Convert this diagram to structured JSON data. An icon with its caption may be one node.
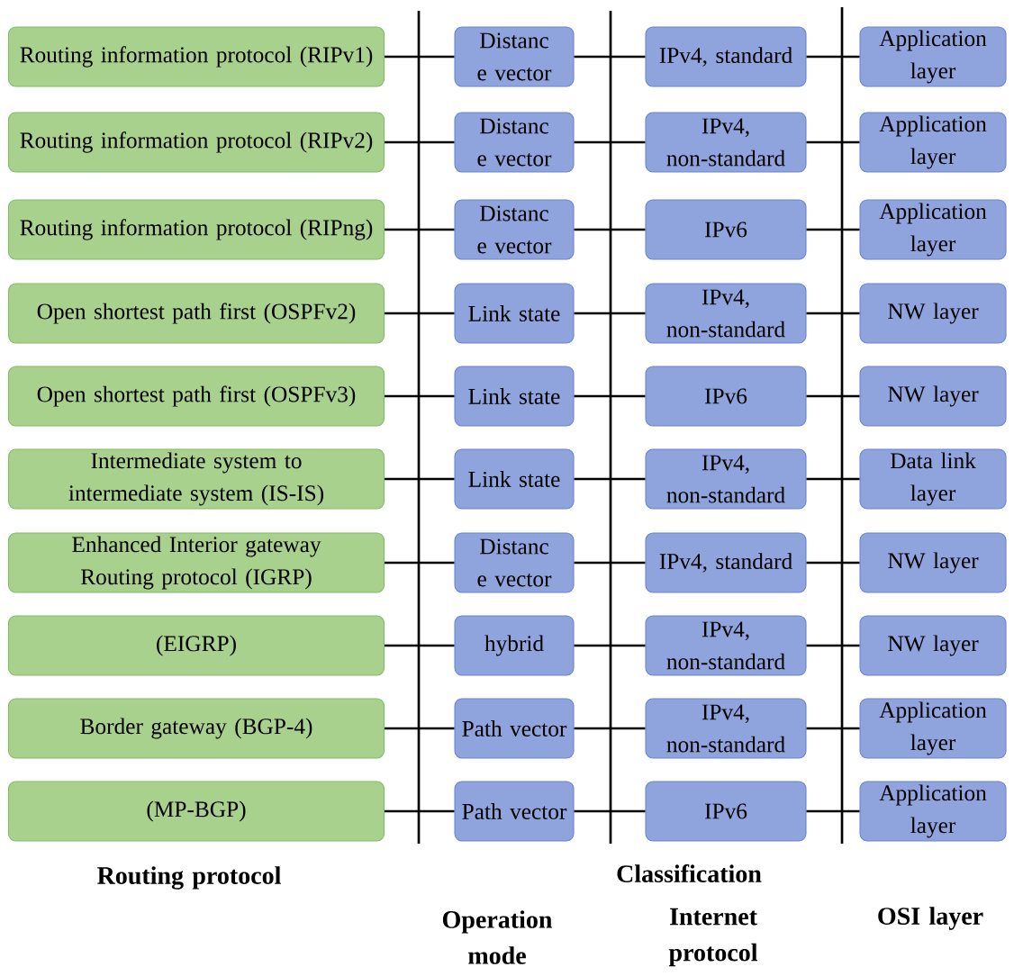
{
  "diagram": {
    "nodes": [
      {
        "text": [
          "Routing information protocol (RIPv1)"
        ]
      },
      {
        "text": [
          "Distanc e vector"
        ]
      },
      {
        "text": [
          "IPv4, standard"
        ]
      },
      {
        "text": [
          "Application layer"
        ]
      },
      {
        "text": [
          "Routing information protocol (RIPv2)"
        ]
      },
      {
        "text": [
          "Distanc e vector"
        ]
      },
      {
        "text": [
          "IPv4, non-standard"
        ]
      },
      {
        "text": [
          "Application layer"
        ]
      },
      {
        "text": [
          "Routing information protocol (RIPng)"
        ]
      },
      {
        "text": [
          "Distanc e vector"
        ]
      },
      {
        "text": [
          "IPv6"
        ]
      },
      {
        "text": [
          "Application layer"
        ]
      },
      {
        "text": [
          "Open shortest path first (OSPFv2)"
        ]
      },
      {
        "text": [
          "Link state"
        ]
      },
      {
        "text": [
          "IPv4, non-standard"
        ]
      },
      {
        "text": [
          "NW layer"
        ]
      },
      {
        "text": [
          "Open shortest path first (OSPFv3)"
        ]
      },
      {
        "text": [
          "Link state"
        ]
      },
      {
        "text": [
          "IPv6"
        ]
      },
      {
        "text": [
          "NW layer"
        ]
      },
      {
        "text": [
          "Intermediate system to intermediate system (IS-IS)"
        ]
      },
      {
        "text": [
          "Link state"
        ]
      },
      {
        "text": [
          "IPv4, non-standard"
        ]
      },
      {
        "text": [
          "Data link layer"
        ]
      },
      {
        "text": [
          "Enhanced Interior gateway Routing protocol (IGRP)"
        ]
      },
      {
        "text": [
          "Distanc e vector"
        ]
      },
      {
        "text": [
          "IPv4, standard"
        ]
      },
      {
        "text": [
          "NW layer"
        ]
      },
      {
        "text": [
          "(EIGRP)"
        ]
      },
      {
        "text": [
          "hybrid"
        ]
      },
      {
        "text": [
          "IPv4, non-standard"
        ]
      },
      {
        "text": [
          "NW layer"
        ]
      },
      {
        "text": [
          "Border gateway (BGP-4)"
        ]
      },
      {
        "text": [
          "Path vector"
        ]
      },
      {
        "text": [
          "IPv4, non-standard"
        ]
      },
      {
        "text": [
          "Application layer"
        ]
      },
      {
        "text": [
          "(MP-BGP)"
        ]
      },
      {
        "text": [
          "Path vector"
        ]
      },
      {
        "text": [
          "IPv6"
        ]
      },
      {
        "text": [
          "Application layer"
        ]
      }
    ],
    "edges": [
      {
        "from": 0,
        "to": 1,
        "arrow": "none"
      },
      {
        "from": 1,
        "to": 2,
        "arrow": "none"
      },
      {
        "from": 2,
        "to": 3,
        "arrow": "none"
      },
      {
        "from": 4,
        "to": 5,
        "arrow": "none"
      },
      {
        "from": 5,
        "to": 6,
        "arrow": "none"
      },
      {
        "from": 6,
        "to": 7,
        "arrow": "none"
      },
      {
        "from": 8,
        "to": 9,
        "arrow": "none"
      },
      {
        "from": 9,
        "to": 10,
        "arrow": "none"
      },
      {
        "from": 10,
        "to": 11,
        "arrow": "none"
      },
      {
        "from": 12,
        "to": 13,
        "arrow": "none"
      },
      {
        "from": 13,
        "to": 14,
        "arrow": "none"
      },
      {
        "from": 14,
        "to": 15,
        "arrow": "none"
      },
      {
        "from": 16,
        "to": 17,
        "arrow": "none"
      },
      {
        "from": 17,
        "to": 18,
        "arrow": "none"
      },
      {
        "from": 18,
        "to": 19,
        "arrow": "none"
      },
      {
        "from": 20,
        "to": 21,
        "arrow": "none"
      },
      {
        "from": 21,
        "to": 22,
        "arrow": "none"
      },
      {
        "from": 22,
        "to": 23,
        "arrow": "none"
      },
      {
        "from": 24,
        "to": 25,
        "arrow": "none"
      },
      {
        "from": 25,
        "to": 26,
        "arrow": "none"
      },
      {
        "from": 26,
        "to": 27,
        "arrow": "none"
      },
      {
        "from": 28,
        "to": 29,
        "arrow": "none"
      },
      {
        "from": 29,
        "to": 30,
        "arrow": "none"
      },
      {
        "from": 30,
        "to": 31,
        "arrow": "none"
      },
      {
        "from": 32,
        "to": 33,
        "arrow": "none"
      },
      {
        "from": 33,
        "to": 34,
        "arrow": "none"
      },
      {
        "from": 34,
        "to": 35,
        "arrow": "none"
      },
      {
        "from": 36,
        "to": 37,
        "arrow": "none"
      },
      {
        "from": 37,
        "to": 38,
        "arrow": "none"
      },
      {
        "from": 38,
        "to": 39,
        "arrow": "none"
      }
    ],
    "labels": [
      "Routing protocol",
      "Classification",
      "Operation mode",
      "Internet protocol",
      "OSI layer"
    ]
  }
}
